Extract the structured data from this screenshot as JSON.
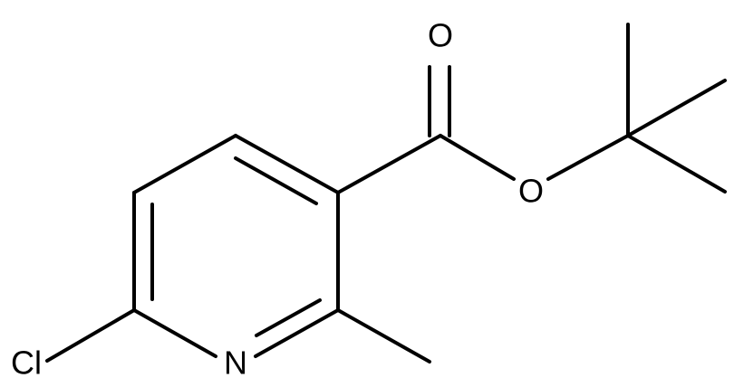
{
  "structure": {
    "atoms": {
      "carbonyl_oxygen": "O",
      "ester_oxygen": "O",
      "ring_nitrogen": "N",
      "chlorine": "Cl"
    }
  }
}
